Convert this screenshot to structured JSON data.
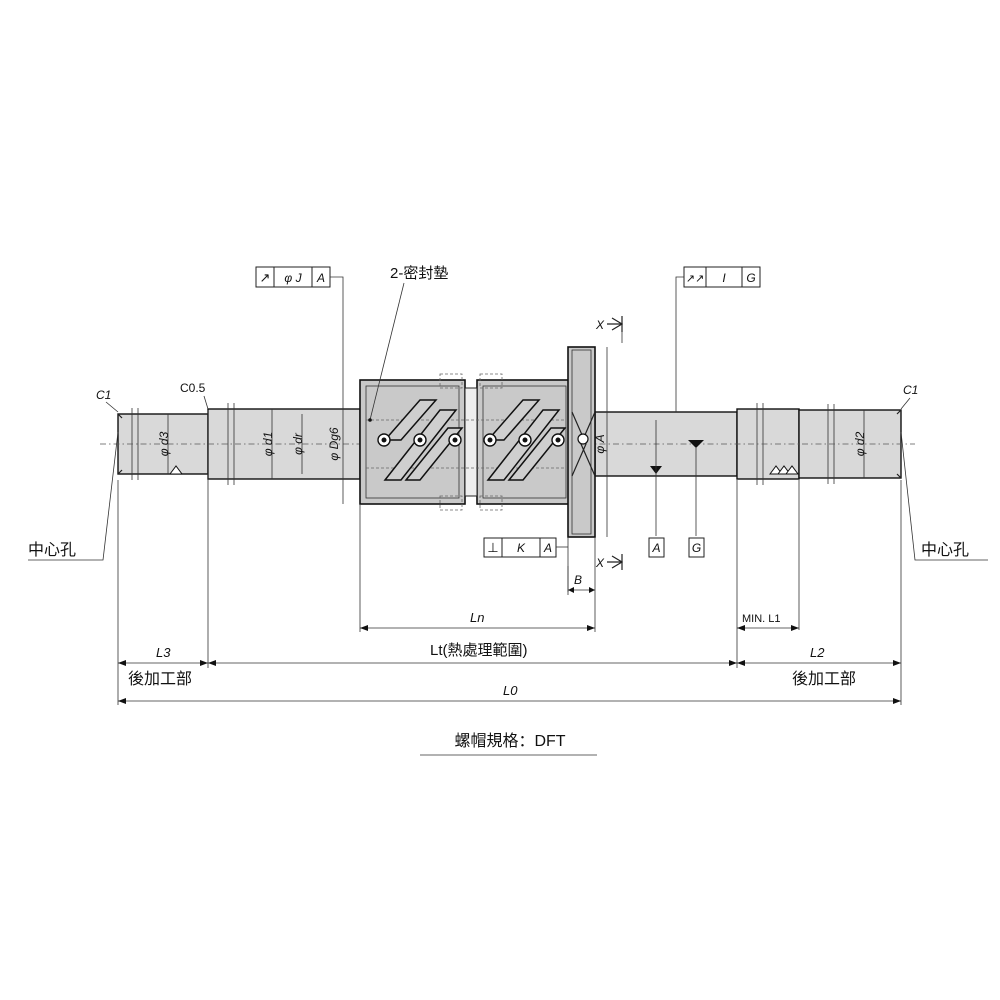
{
  "labels": {
    "seal": "2-密封墊",
    "center_hole_left": "中心孔",
    "center_hole_right": "中心孔",
    "chamfer_left": "C1",
    "chamfer_right": "C1",
    "chamfer_small": "C0.5",
    "rear_process_left": "後加工部",
    "rear_process_right": "後加工部",
    "section_mark_top": "X",
    "section_mark_bottom": "X",
    "datum_a1": "A",
    "datum_g": "G",
    "caption": "螺帽規格：DFT"
  },
  "diameters": {
    "d3": "φ d3",
    "d1": "φ d1",
    "dr": "φ dr",
    "dg6": "φ Dg6",
    "a": "φ A",
    "d2": "φ d2"
  },
  "tolerance_frames": {
    "runout_j": {
      "symbol": "↗",
      "mid": "φ J",
      "datum": "A"
    },
    "parallel_i": {
      "symbol": "↗↗",
      "mid": "I",
      "datum": "G"
    },
    "perp_k": {
      "symbol": "⊥",
      "mid": "K",
      "datum": "A"
    }
  },
  "dimensions": {
    "ln": "Ln",
    "lt": "Lt(熱處理範圍)",
    "l3": "L3",
    "l2": "L2",
    "l0": "L0",
    "l1": "MIN. L1",
    "b": "B"
  }
}
